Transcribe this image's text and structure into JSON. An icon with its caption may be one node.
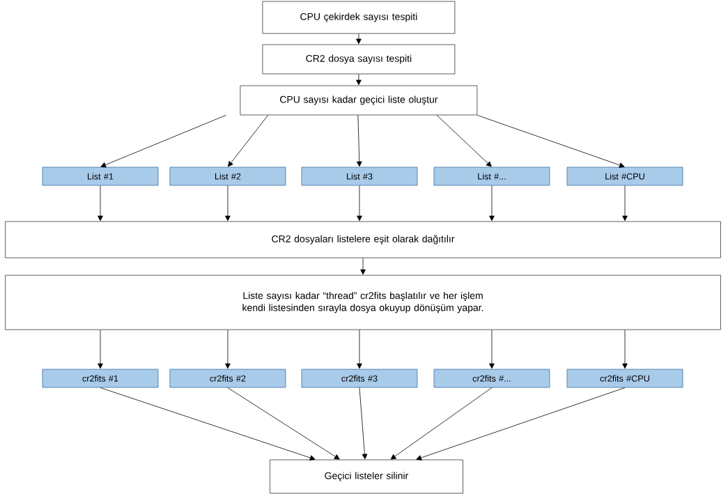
{
  "diagram": {
    "nodes": [
      {
        "text": [
          "CPU çekirdek sayısı tespiti"
        ]
      },
      {
        "text": [
          "CR2 dosya sayısı tespiti"
        ]
      },
      {
        "text": [
          "CPU sayısı kadar geçici liste oluştur"
        ]
      },
      {
        "text": [
          "List #1"
        ]
      },
      {
        "text": [
          "List #2"
        ]
      },
      {
        "text": [
          "List #3"
        ]
      },
      {
        "text": [
          "List #..."
        ]
      },
      {
        "text": [
          "List #CPU"
        ]
      },
      {
        "text": [
          "CR2 dosyaları listelere eşit olarak dağıtılır"
        ]
      },
      {
        "text": [
          "Liste sayısı kadar “thread” cr2fits başlatılır ve her işlem kendi listesinden sırayla dosya okuyup dönüşüm yapar."
        ]
      },
      {
        "text": [
          "cr2fits #1"
        ]
      },
      {
        "text": [
          "cr2fits #2"
        ]
      },
      {
        "text": [
          "cr2fits #3"
        ]
      },
      {
        "text": [
          "cr2fits #..."
        ]
      },
      {
        "text": [
          "cr2fits #CPU"
        ]
      },
      {
        "text": [
          "Geçici listeler silinir"
        ]
      }
    ],
    "edges": [
      {
        "from": 0,
        "to": 1,
        "arrow": "to"
      },
      {
        "from": 1,
        "to": 2,
        "arrow": "to"
      },
      {
        "from": 2,
        "to": 3,
        "arrow": "to"
      },
      {
        "from": 2,
        "to": 4,
        "arrow": "to"
      },
      {
        "from": 2,
        "to": 5,
        "arrow": "to"
      },
      {
        "from": 2,
        "to": 6,
        "arrow": "to"
      },
      {
        "from": 2,
        "to": 7,
        "arrow": "to"
      },
      {
        "from": 3,
        "to": 8,
        "arrow": "to"
      },
      {
        "from": 4,
        "to": 8,
        "arrow": "to"
      },
      {
        "from": 5,
        "to": 8,
        "arrow": "to"
      },
      {
        "from": 6,
        "to": 8,
        "arrow": "to"
      },
      {
        "from": 7,
        "to": 8,
        "arrow": "to"
      },
      {
        "from": 8,
        "to": 9,
        "arrow": "to"
      },
      {
        "from": 9,
        "to": 10,
        "arrow": "to"
      },
      {
        "from": 9,
        "to": 11,
        "arrow": "to"
      },
      {
        "from": 9,
        "to": 12,
        "arrow": "to"
      },
      {
        "from": 9,
        "to": 13,
        "arrow": "to"
      },
      {
        "from": 9,
        "to": 14,
        "arrow": "to"
      },
      {
        "from": 10,
        "to": 15,
        "arrow": "to"
      },
      {
        "from": 11,
        "to": 15,
        "arrow": "to"
      },
      {
        "from": 12,
        "to": 15,
        "arrow": "to"
      },
      {
        "from": 13,
        "to": 15,
        "arrow": "to"
      },
      {
        "from": 14,
        "to": 15,
        "arrow": "to"
      }
    ]
  }
}
